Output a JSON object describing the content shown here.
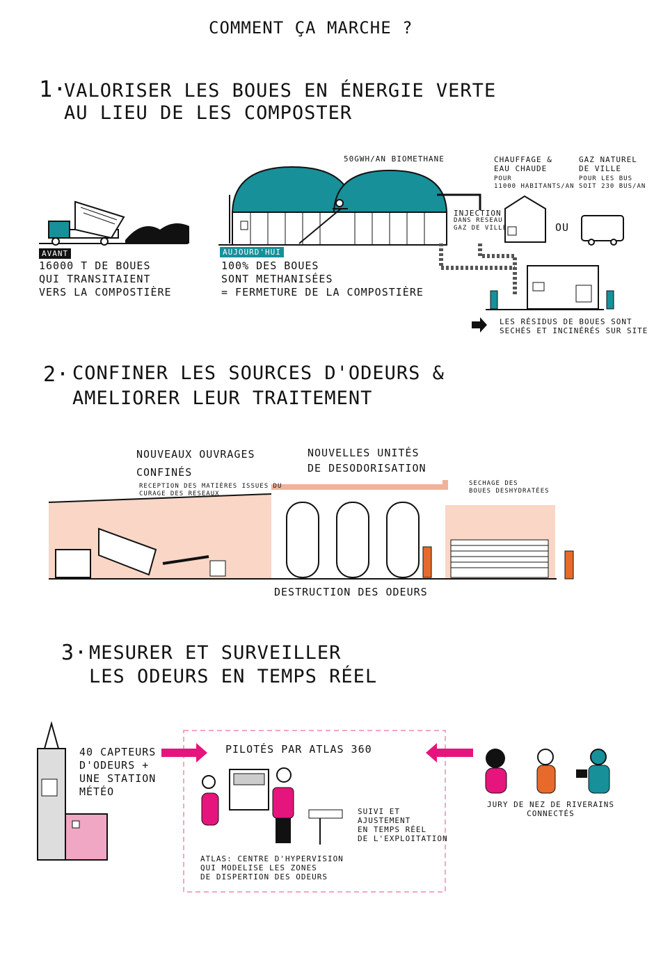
{
  "page_title": "COMMENT ÇA MARCHE ?",
  "section1": {
    "number": "1·",
    "title_line1": "VALORISER LES BOUES EN ÉNERGIE VERTE",
    "title_line2": "AU LIEU DE LES COMPOSTER",
    "avant_tag": "AVANT",
    "avant_text": [
      "16000 T DE BOUES",
      "QUI TRANSITAIENT",
      "VERS LA COMPOSTIÈRE"
    ],
    "aujourdhui_tag": "AUJOURD'HUI",
    "aujourdhui_text": [
      "100% DES BOUES",
      "SONT METHANISÉES",
      "= FERMETURE DE LA COMPOSTIÈRE"
    ],
    "biomethane": "50GWH/AN BIOMETHANE",
    "injection": "INJECTION",
    "injection_sub": [
      "DANS RESEAU",
      "GAZ DE VILLE"
    ],
    "chauffage": [
      "CHAUFFAGE &",
      "EAU CHAUDE"
    ],
    "chauffage_sub": [
      "POUR",
      "11000 Habitants/an"
    ],
    "gaz": [
      "GAZ NATUREL",
      "DE VILLE"
    ],
    "gaz_sub": [
      "POUR LES BUS",
      "soit 230 bus/an"
    ],
    "ou": "OU",
    "residus": [
      "LES RÉSIDUS DE BOUES SONT",
      "SECHÉS ET INCINÉRÉS SUR SITE"
    ]
  },
  "section2": {
    "number": "2·",
    "title_line1": "CONFINER LES SOURCES D'ODEURS &",
    "title_line2": "AMELIORER LEUR TRAITEMENT",
    "ouvrages": [
      "NOUVEAUX OUVRAGES",
      "CONFINÉS"
    ],
    "reception": [
      "RECEPTION DES MATIÈRES ISSUES DU",
      "CURAGE DES RESEAUX"
    ],
    "unites": [
      "NOUVELLES UNITÉS",
      "DE DESODORISATION"
    ],
    "sechage": [
      "SECHAGE   DES",
      "BOUES DESHYDRATÉES"
    ],
    "destruction": "DESTRUCTION DES ODEURS"
  },
  "section3": {
    "number": "3·",
    "title_line1": "MESURER ET SURVEILLER",
    "title_line2": "LES ODEURS EN TEMPS RÉEL",
    "capteurs": [
      "40 CAPTEURS",
      "D'ODEURS +",
      "UNE STATION",
      "MÉTÉO"
    ],
    "pilotes": "PILOTÉS PAR ATLAS 360",
    "suivi": [
      "SUIVI ET",
      "AJUSTEMENT",
      "EN TEMPS RÉEL",
      "DE L'EXPLOITATION"
    ],
    "atlas": [
      "ATLAS: CENTRE D'HYPERVISION",
      "QUI MODELISE LES ZONES",
      "DE DISPERTION DES ODEURS"
    ],
    "jury": [
      "JURY DE NEZ DE RIVERAINS",
      "CONNECTÉS"
    ]
  },
  "colors": {
    "teal": "#17909a",
    "pink": "#f0a7c4",
    "magenta": "#e6157d",
    "salmon": "#f9d6c6",
    "orange": "#e86a2a"
  }
}
